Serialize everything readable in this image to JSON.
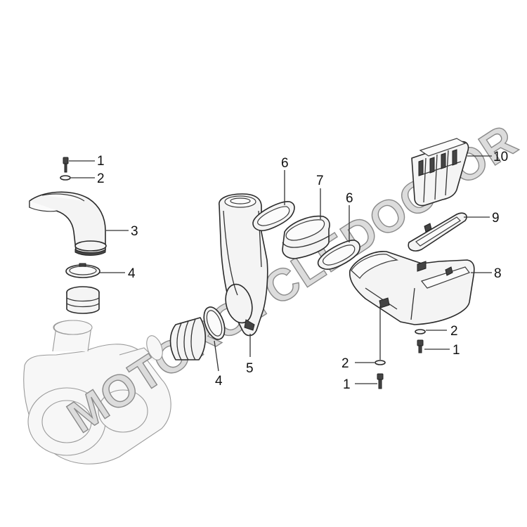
{
  "watermark": "MOTORCYCLEDOCTOR",
  "callouts": [
    {
      "key": "c1a",
      "text": "1"
    },
    {
      "key": "c2a",
      "text": "2"
    },
    {
      "key": "c3",
      "text": "3"
    },
    {
      "key": "c4a",
      "text": "4"
    },
    {
      "key": "c4b",
      "text": "4"
    },
    {
      "key": "c5",
      "text": "5"
    },
    {
      "key": "c6a",
      "text": "6"
    },
    {
      "key": "c7",
      "text": "7"
    },
    {
      "key": "c6b",
      "text": "6"
    },
    {
      "key": "c10",
      "text": "10"
    },
    {
      "key": "c9",
      "text": "9"
    },
    {
      "key": "c8",
      "text": "8"
    },
    {
      "key": "c2b",
      "text": "2"
    },
    {
      "key": "c1b",
      "text": "1"
    },
    {
      "key": "c2c",
      "text": "2"
    },
    {
      "key": "c1c",
      "text": "1"
    }
  ]
}
